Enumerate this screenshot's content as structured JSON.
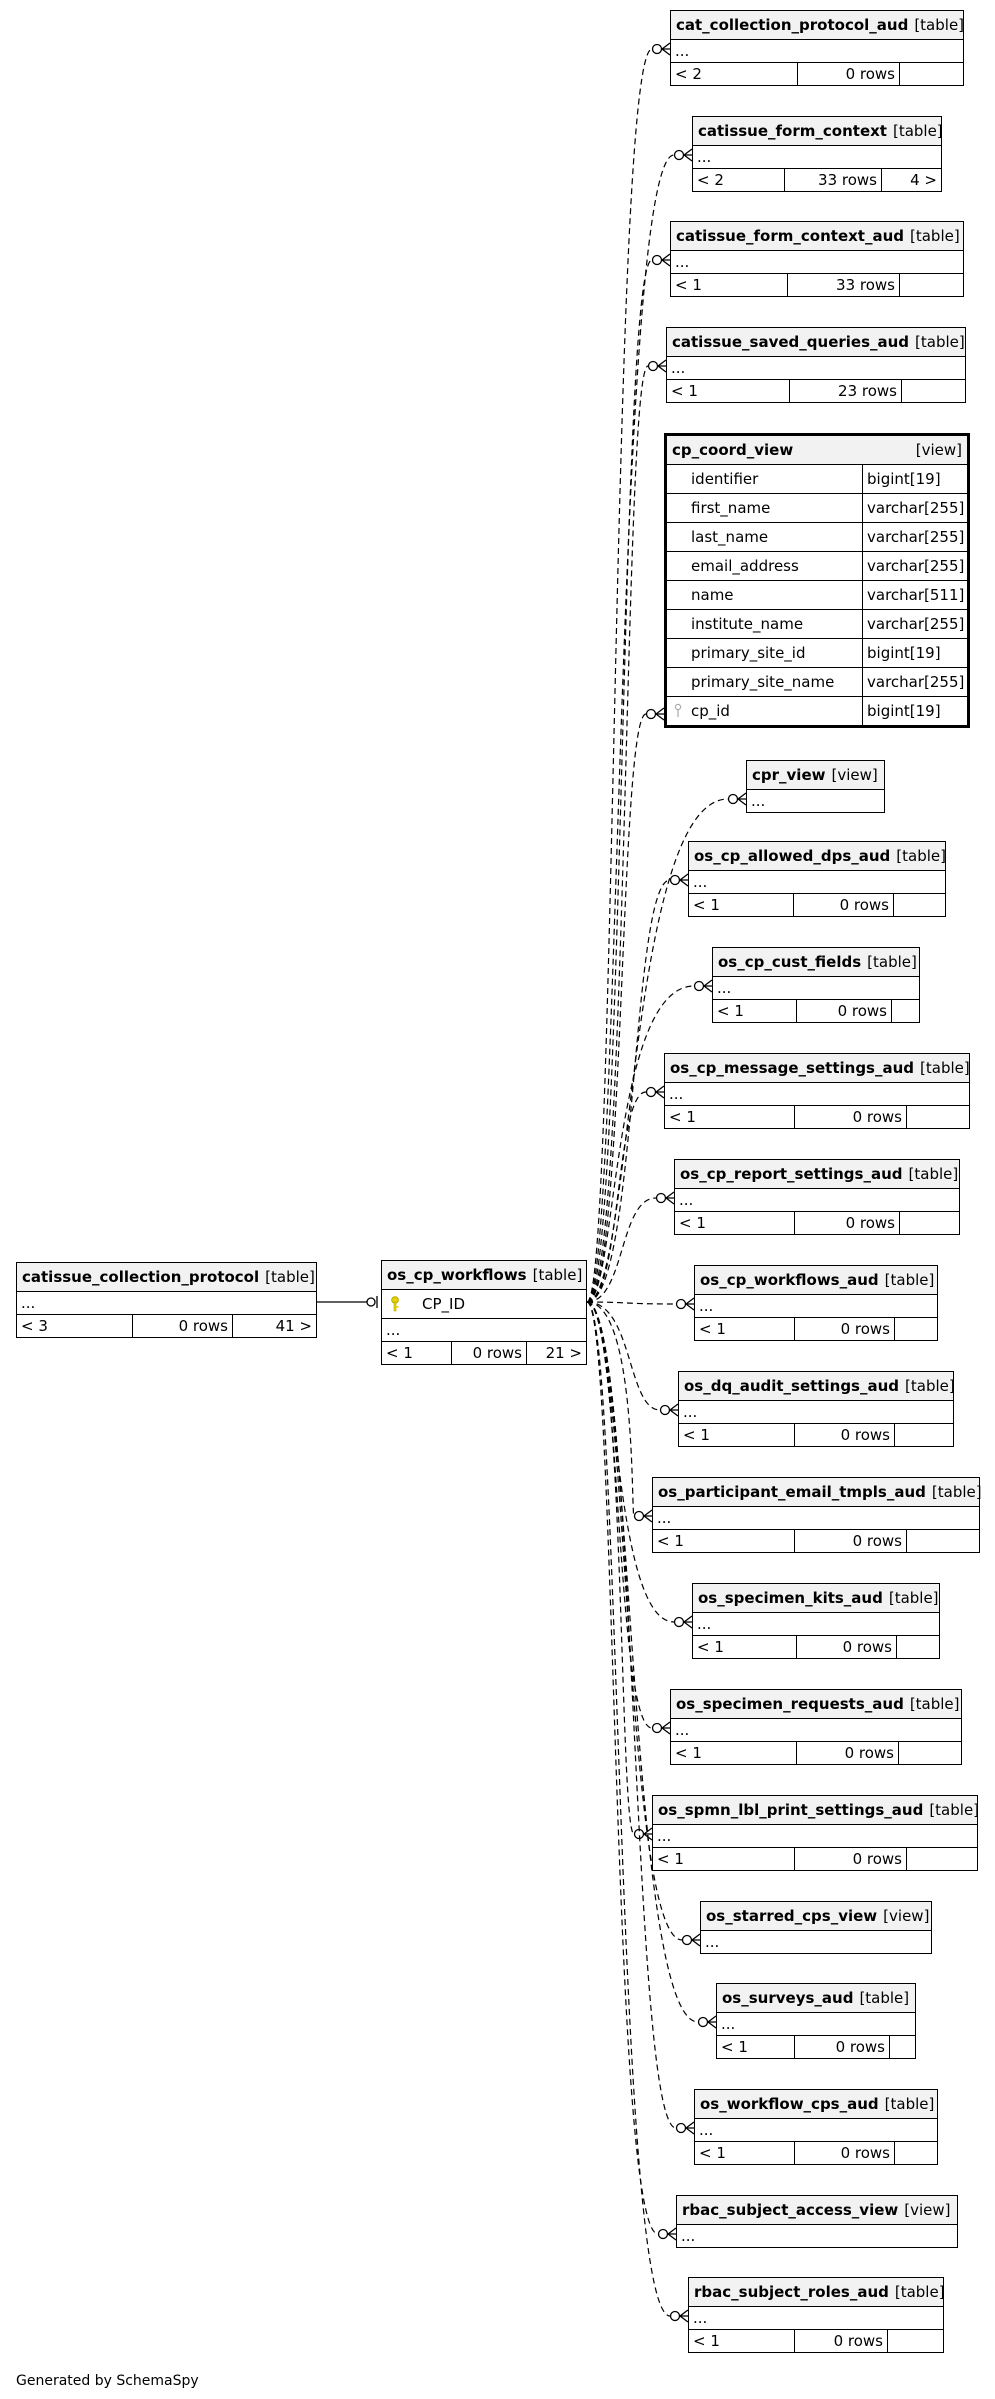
{
  "main_table": {
    "name": "os_cp_workflows",
    "type": "[table]",
    "pk_column": "CP_ID",
    "ellipsis": "...",
    "parents": "< 1",
    "rows": "0 rows",
    "children": "21 >"
  },
  "parent_table": {
    "name": "catissue_collection_protocol",
    "type": "[table]",
    "ellipsis": "...",
    "parents": "< 3",
    "rows": "0 rows",
    "children": "41 >"
  },
  "coord_view": {
    "name": "cp_coord_view",
    "type": "[view]",
    "columns": [
      {
        "name": "identifier",
        "type": "bigint[19]"
      },
      {
        "name": "first_name",
        "type": "varchar[255]"
      },
      {
        "name": "last_name",
        "type": "varchar[255]"
      },
      {
        "name": "email_address",
        "type": "varchar[255]"
      },
      {
        "name": "name",
        "type": "varchar[511]"
      },
      {
        "name": "institute_name",
        "type": "varchar[255]"
      },
      {
        "name": "primary_site_id",
        "type": "bigint[19]"
      },
      {
        "name": "primary_site_name",
        "type": "varchar[255]"
      },
      {
        "name": "cp_id",
        "type": "bigint[19]"
      }
    ]
  },
  "children": [
    {
      "name": "cat_collection_protocol_aud",
      "type": "[table]",
      "ellipsis": "...",
      "parents": "< 2",
      "rows": "0 rows",
      "children": ""
    },
    {
      "name": "catissue_form_context",
      "type": "[table]",
      "ellipsis": "...",
      "parents": "< 2",
      "rows": "33 rows",
      "children": "4 >"
    },
    {
      "name": "catissue_form_context_aud",
      "type": "[table]",
      "ellipsis": "...",
      "parents": "< 1",
      "rows": "33 rows",
      "children": ""
    },
    {
      "name": "catissue_saved_queries_aud",
      "type": "[table]",
      "ellipsis": "...",
      "parents": "< 1",
      "rows": "23 rows",
      "children": ""
    },
    {
      "name": "cpr_view",
      "type": "[view]",
      "ellipsis": "..."
    },
    {
      "name": "os_cp_allowed_dps_aud",
      "type": "[table]",
      "ellipsis": "...",
      "parents": "< 1",
      "rows": "0 rows",
      "children": ""
    },
    {
      "name": "os_cp_cust_fields",
      "type": "[table]",
      "ellipsis": "...",
      "parents": "< 1",
      "rows": "0 rows",
      "children": ""
    },
    {
      "name": "os_cp_message_settings_aud",
      "type": "[table]",
      "ellipsis": "...",
      "parents": "< 1",
      "rows": "0 rows",
      "children": ""
    },
    {
      "name": "os_cp_report_settings_aud",
      "type": "[table]",
      "ellipsis": "...",
      "parents": "< 1",
      "rows": "0 rows",
      "children": ""
    },
    {
      "name": "os_cp_workflows_aud",
      "type": "[table]",
      "ellipsis": "...",
      "parents": "< 1",
      "rows": "0 rows",
      "children": ""
    },
    {
      "name": "os_dq_audit_settings_aud",
      "type": "[table]",
      "ellipsis": "...",
      "parents": "< 1",
      "rows": "0 rows",
      "children": ""
    },
    {
      "name": "os_participant_email_tmpls_aud",
      "type": "[table]",
      "ellipsis": "...",
      "parents": "< 1",
      "rows": "0 rows",
      "children": ""
    },
    {
      "name": "os_specimen_kits_aud",
      "type": "[table]",
      "ellipsis": "...",
      "parents": "< 1",
      "rows": "0 rows",
      "children": ""
    },
    {
      "name": "os_specimen_requests_aud",
      "type": "[table]",
      "ellipsis": "...",
      "parents": "< 1",
      "rows": "0 rows",
      "children": ""
    },
    {
      "name": "os_spmn_lbl_print_settings_aud",
      "type": "[table]",
      "ellipsis": "...",
      "parents": "< 1",
      "rows": "0 rows",
      "children": ""
    },
    {
      "name": "os_starred_cps_view",
      "type": "[view]",
      "ellipsis": "..."
    },
    {
      "name": "os_surveys_aud",
      "type": "[table]",
      "ellipsis": "...",
      "parents": "< 1",
      "rows": "0 rows",
      "children": ""
    },
    {
      "name": "os_workflow_cps_aud",
      "type": "[table]",
      "ellipsis": "...",
      "parents": "< 1",
      "rows": "0 rows",
      "children": ""
    },
    {
      "name": "rbac_subject_access_view",
      "type": "[view]",
      "ellipsis": "..."
    },
    {
      "name": "rbac_subject_roles_aud",
      "type": "[table]",
      "ellipsis": "...",
      "parents": "< 1",
      "rows": "0 rows",
      "children": ""
    }
  ],
  "footer": {
    "generated_by": "Generated by SchemaSpy"
  },
  "icons": {
    "key": "key-icon",
    "relation_crowfoot": "crowfoot-icon"
  },
  "colors": {
    "key_icon": "#e6d500",
    "line": "#000000",
    "header_bg": "#f2f2f2"
  }
}
